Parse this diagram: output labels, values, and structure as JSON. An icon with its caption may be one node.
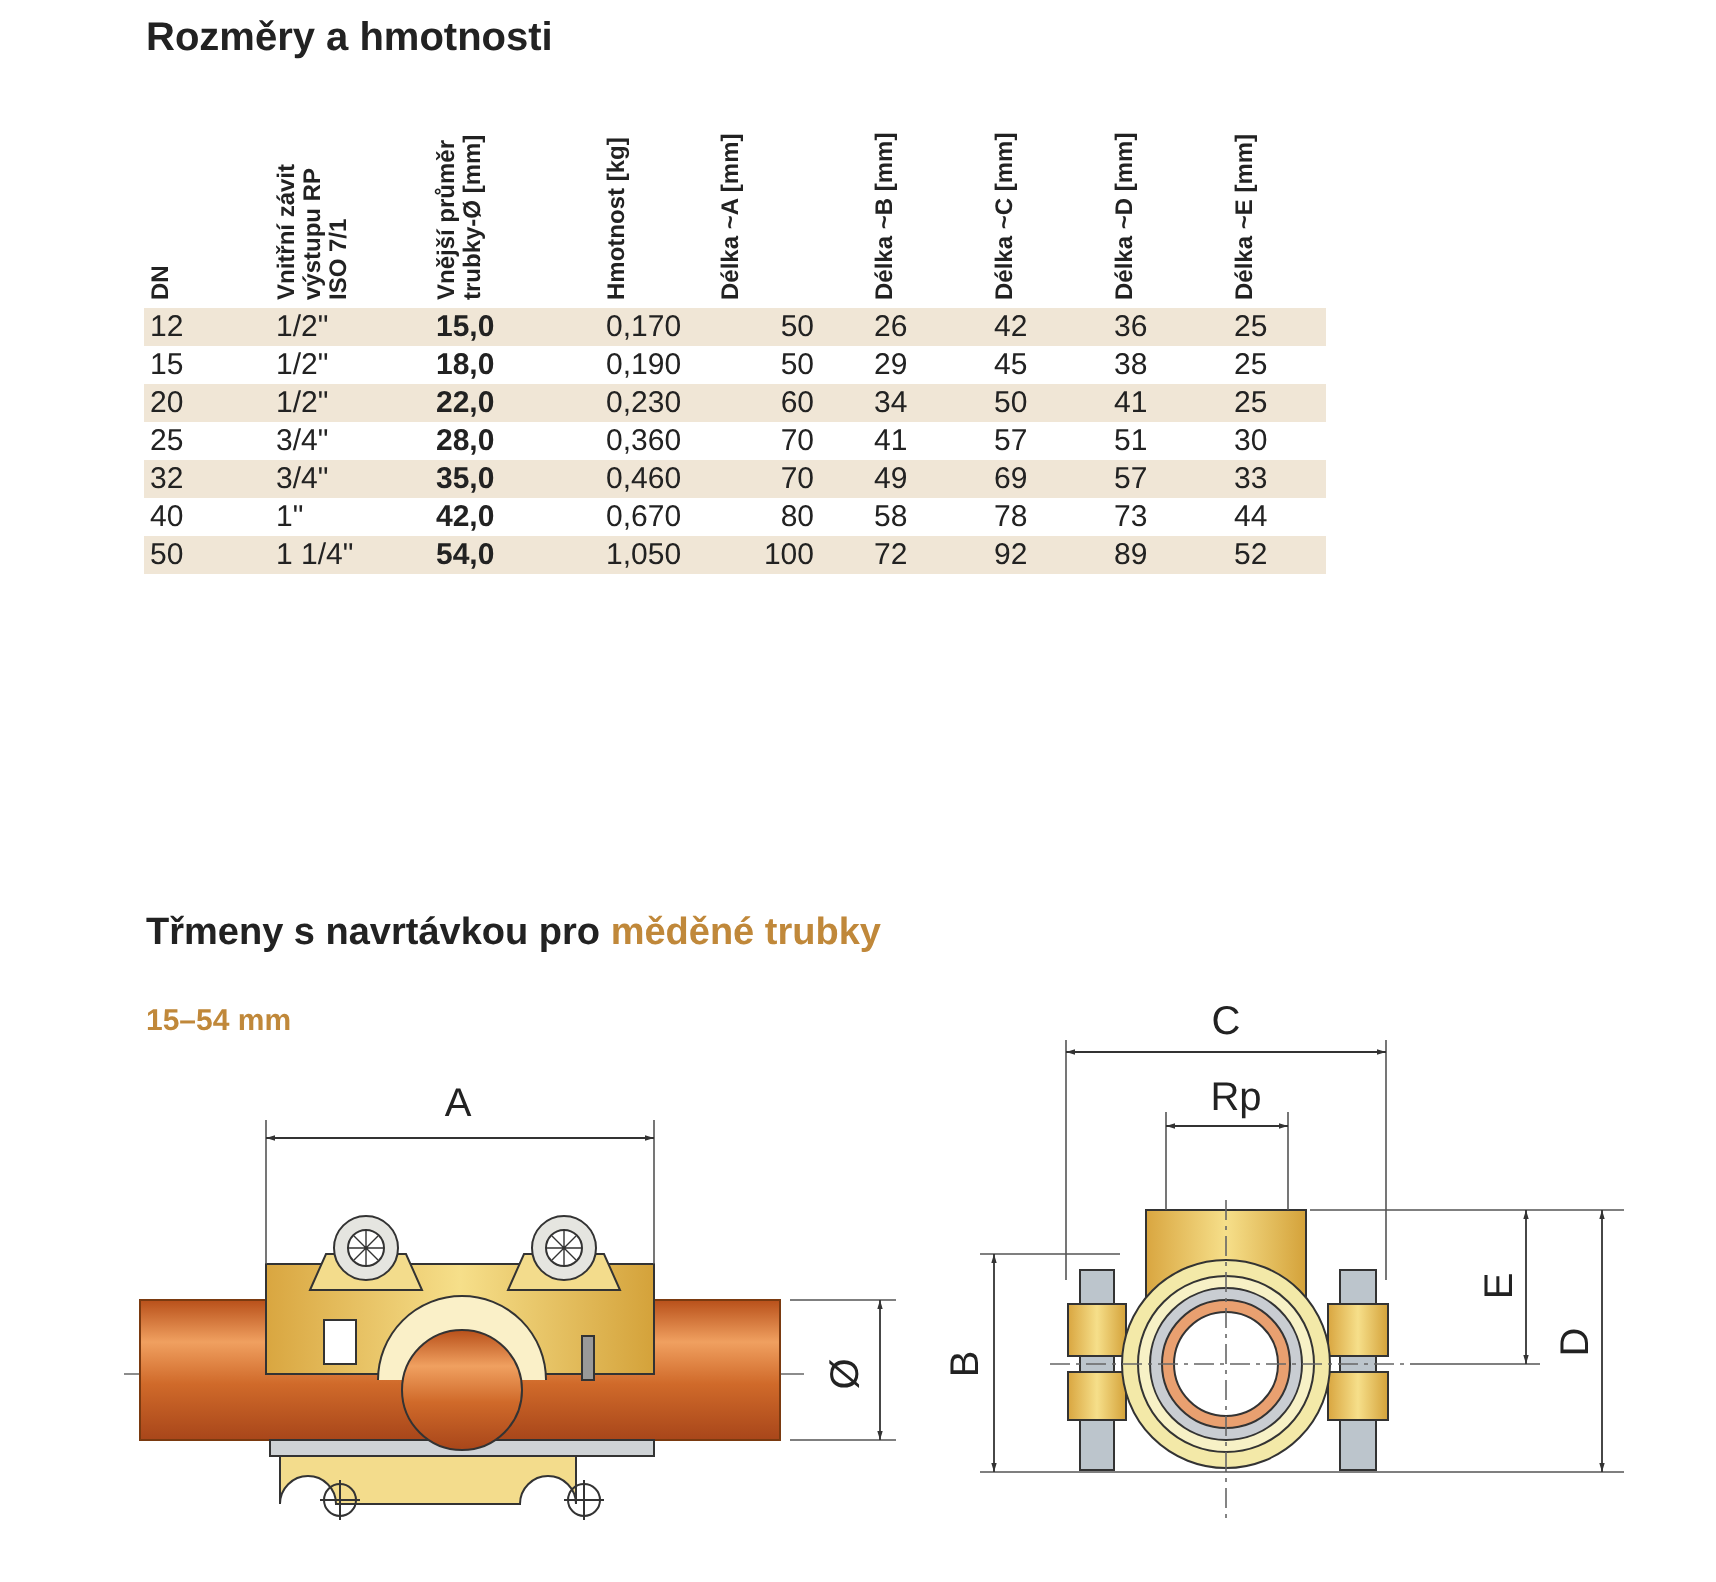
{
  "diagram": {
    "title": "Rozměry a hmotnosti",
    "labels": [
      "DN",
      "Vnitřní závit výstupu RP ISO 7/1",
      "Vnější průměr trubky-Ø [mm]",
      "Hmotnost [kg]",
      "Délka ~A [mm]",
      "Délka ~B [mm]",
      "Délka ~C [mm]",
      "Délka ~D [mm]",
      "Délka ~E [mm]",
      "12",
      "1/2\"",
      "15,0",
      "0,170",
      "50",
      "26",
      "42",
      "36",
      "25",
      "15",
      "1/2\"",
      "18,0",
      "0,190",
      "50",
      "29",
      "45",
      "38",
      "25",
      "20",
      "1/2\"",
      "22,0",
      "0,230",
      "60",
      "34",
      "50",
      "41",
      "25",
      "25",
      "3/4\"",
      "28,0",
      "0,360",
      "70",
      "41",
      "57",
      "51",
      "30",
      "32",
      "3/4\"",
      "35,0",
      "0,460",
      "70",
      "49",
      "69",
      "57",
      "33",
      "40",
      "1\"",
      "42,0",
      "0,670",
      "80",
      "58",
      "78",
      "73",
      "44",
      "50",
      "1 1/4\"",
      "54,0",
      "1,050",
      "100",
      "72",
      "92",
      "89",
      "52",
      "Třmeny s navrtávkou pro",
      "měděné trubky",
      "15–54 mm",
      "A",
      "Ø",
      "C",
      "Rp",
      "B",
      "E",
      "D"
    ]
  }
}
